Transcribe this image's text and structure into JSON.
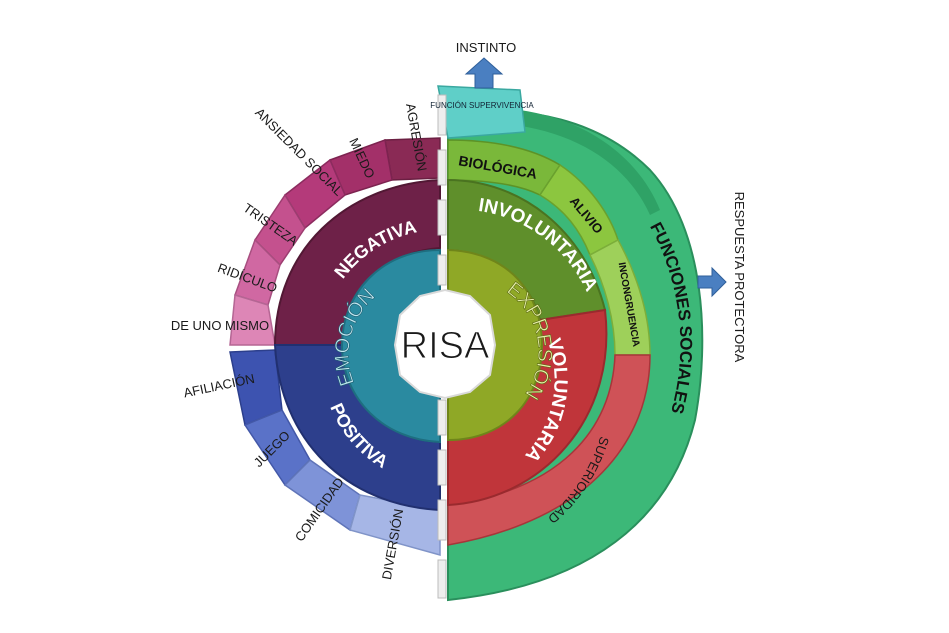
{
  "center": {
    "label": "RISA"
  },
  "inner_left": {
    "label": "EMOCIÓN",
    "color": "#2a8aa0"
  },
  "inner_right": {
    "label": "EXPRESIÓN",
    "color": "#8fa826"
  },
  "ring": {
    "negativa": {
      "label": "NEGATIVA",
      "color": "#6e2148"
    },
    "positiva": {
      "label": "POSITIVA",
      "color": "#2d3f8c"
    },
    "involuntaria": {
      "label": "INVOLUNTARIA",
      "color": "#5f8f2b"
    },
    "voluntaria": {
      "label": "VOLUNTARIA",
      "color": "#c0353a"
    }
  },
  "negative_emotions": [
    "AGRESIÓN",
    "MIEDO",
    "ANSIEDAD SOCIAL",
    "TRISTEZA",
    "RIDÍCULO",
    "DE UNO MISMO"
  ],
  "positive_emotions": [
    "AFILIACIÓN",
    "JUEGO",
    "COMICIDAD",
    "DIVERSIÓN"
  ],
  "involuntary_types": [
    "BIOLÓGICA",
    "ALIVIO",
    "INCONGRUENCIA"
  ],
  "voluntary_types": [
    "SUPERIORIDAD"
  ],
  "funciones": {
    "label": "FUNCIONES SOCIALES",
    "color": "#3cb878",
    "supervivencia": "FUNCIÓN SUPERVIVENCIA"
  },
  "arrows": {
    "instinto": "INSTINTO",
    "respuesta": "RESPUESTA PROTECTORA",
    "color": "#4a7fc1"
  }
}
